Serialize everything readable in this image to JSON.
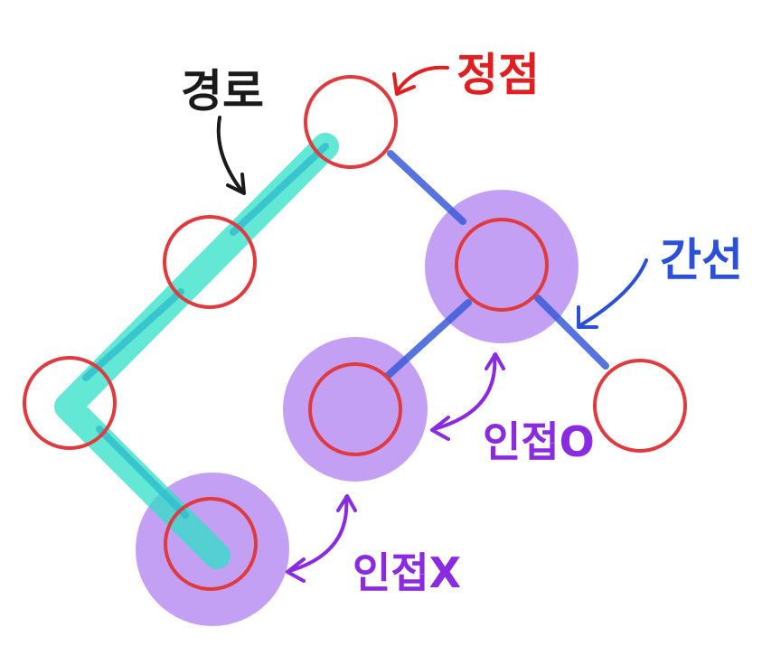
{
  "labels": {
    "path": "경로",
    "vertex": "정점",
    "edge": "간선",
    "adjacent_yes": "인접O",
    "adjacent_no": "인접X"
  },
  "colors": {
    "vertex": "#e0393e",
    "edge": "#3a5bd9",
    "path": "#2fe0c8",
    "highlight": "#b080f0",
    "adjacent_label": "#8a2be2",
    "path_label": "#1a1a1a",
    "vertex_label": "#e02020",
    "edge_label": "#2a4fd8"
  }
}
